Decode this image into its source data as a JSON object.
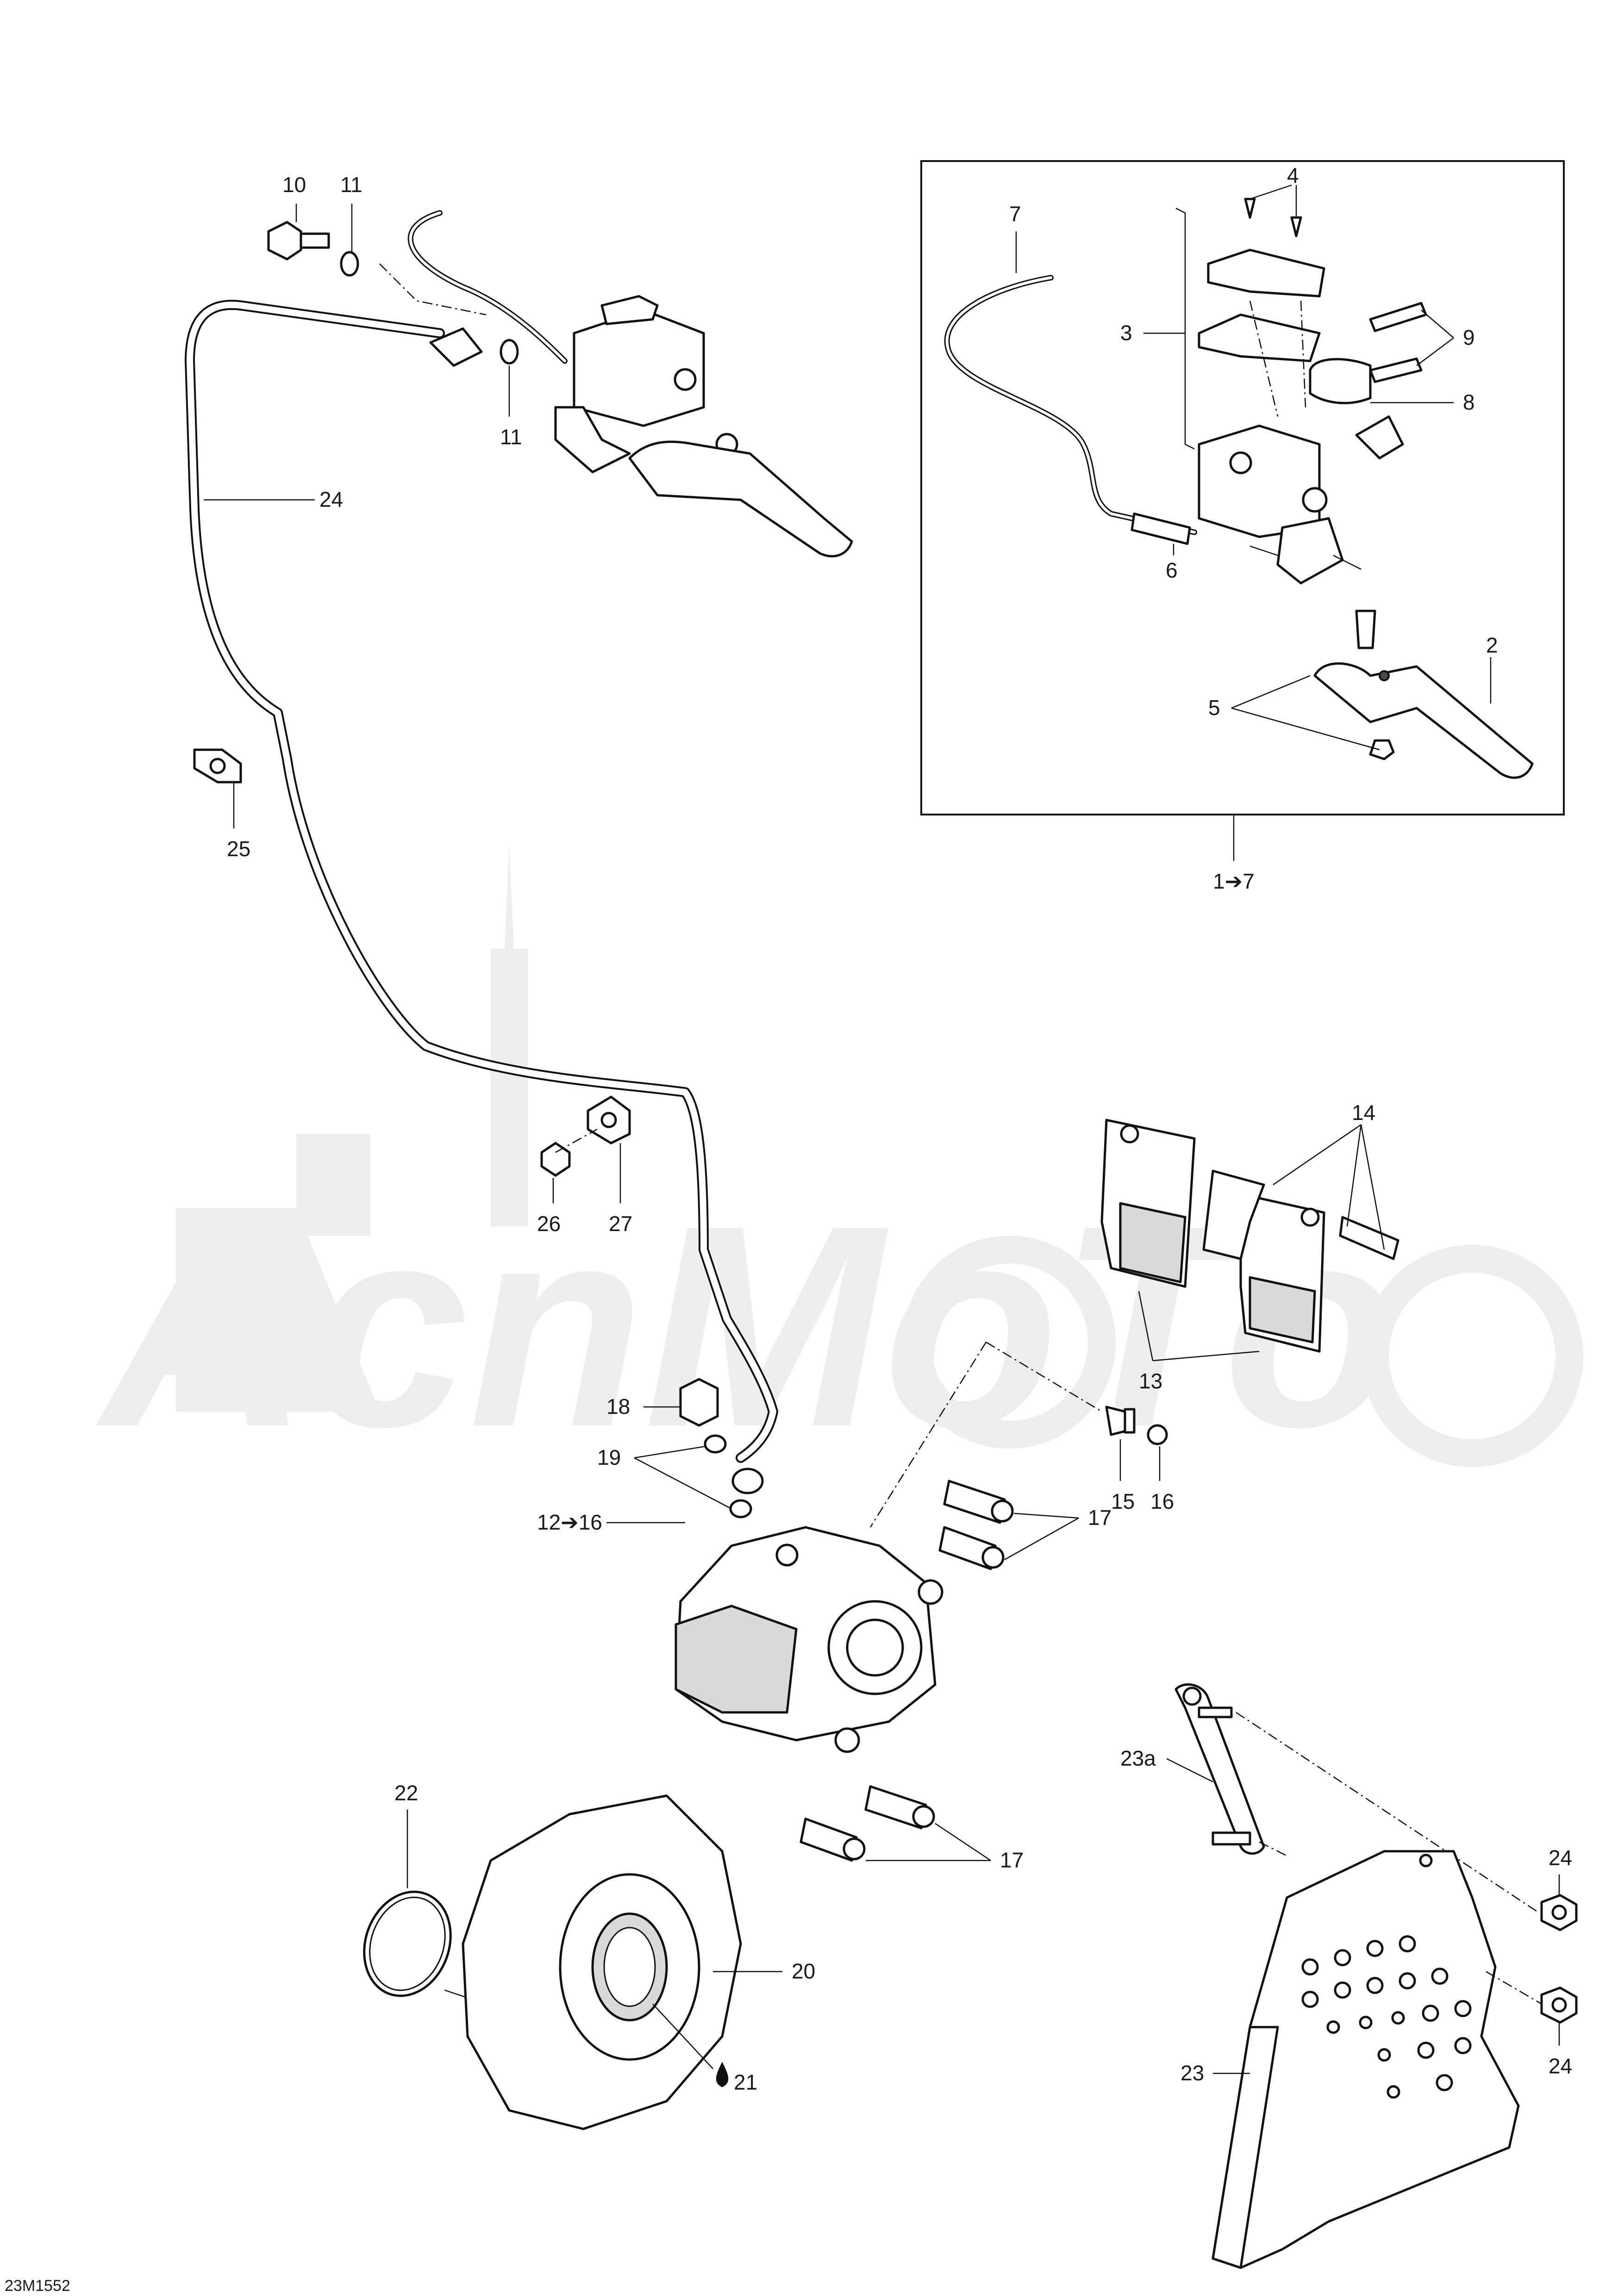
{
  "figure_id": "23M1552",
  "watermark": "AcnMoTo",
  "callouts": {
    "c1": "1➔7",
    "c2": "2",
    "c3": "3",
    "c4": "4",
    "c5": "5",
    "c6": "6",
    "c7": "7",
    "c8": "8",
    "c9": "9",
    "c10": "10",
    "c11a": "11",
    "c11b": "11",
    "c12": "12➔16",
    "c13": "13",
    "c14": "14",
    "c15": "15",
    "c16": "16",
    "c17a": "17",
    "c17b": "17",
    "c18": "18",
    "c19": "19",
    "c20": "20",
    "c21": "21",
    "c22": "22",
    "c23": "23",
    "c23a": "23a",
    "c24a": "24",
    "c24b": "24",
    "c24c": "24",
    "c25": "25",
    "c26": "26",
    "c27": "27"
  },
  "icons": {
    "lubricant": "oil-drop-icon"
  },
  "colors": {
    "line": "#111111",
    "watermark": "#eeeeee",
    "background": "#ffffff"
  }
}
